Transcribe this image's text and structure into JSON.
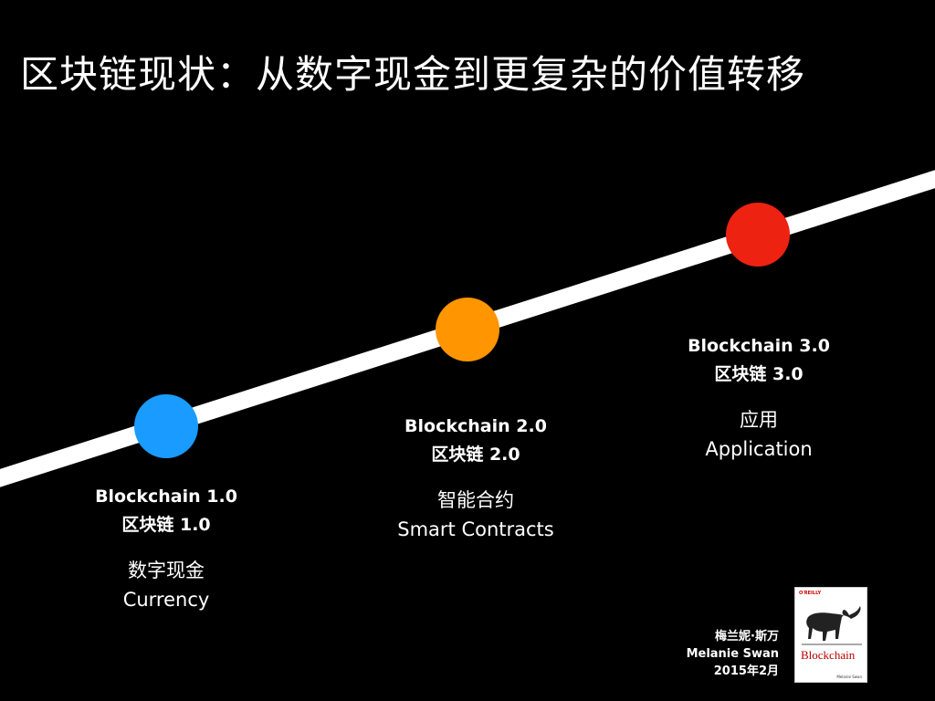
{
  "title": "区块链现状：从数字现金到更复杂的价值转移",
  "stages": [
    {
      "en": "Blockchain 1.0",
      "zh": "区块链 1.0",
      "desc_zh": "数字现金",
      "desc_en": "Currency",
      "color": "#1a9bff"
    },
    {
      "en": "Blockchain 2.0",
      "zh": "区块链 2.0",
      "desc_zh": "智能合约",
      "desc_en": "Smart Contracts",
      "color": "#ff9500"
    },
    {
      "en": "Blockchain 3.0",
      "zh": "区块链 3.0",
      "desc_zh": "应用",
      "desc_en": "Application",
      "color": "#ee2211"
    }
  ],
  "credit": {
    "author_zh": "梅兰妮·斯万",
    "author_en": "Melanie Swan",
    "date": "2015年2月"
  },
  "book": {
    "publisher": "O'REILLY",
    "title": "Blockchain",
    "author": "Melanie Swan"
  }
}
